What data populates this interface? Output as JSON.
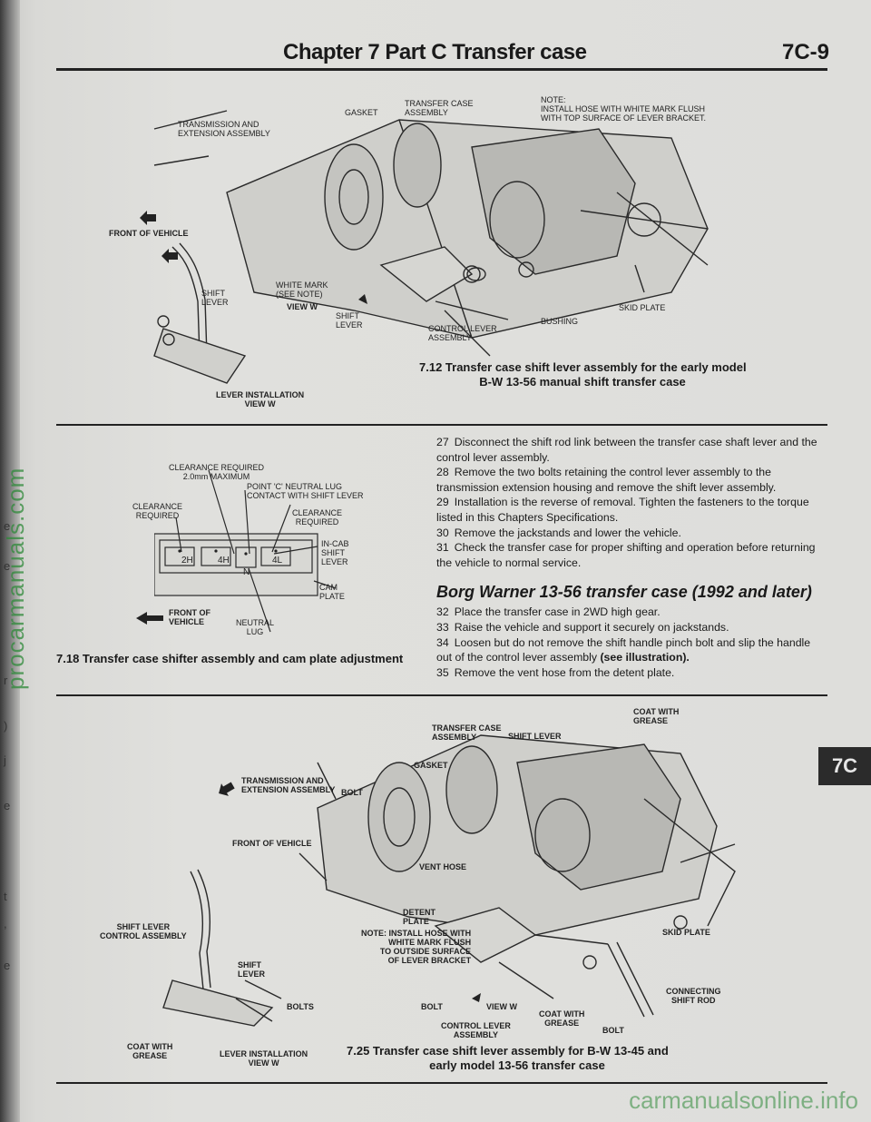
{
  "header": {
    "chapter_title": "Chapter 7 Part C Transfer case",
    "page_number": "7C-9"
  },
  "watermarks": {
    "left": "procarmanuals.com",
    "bottom": "carmanualsonline.info"
  },
  "side_tab": "7C",
  "side_marks": [
    "e",
    "e",
    "r",
    ")",
    "j",
    "e",
    "t",
    ",",
    "e"
  ],
  "figure_712": {
    "caption_line1": "7.12 Transfer case shift lever assembly for the early model",
    "caption_line2": "B-W 13-56 manual shift transfer case",
    "labels": {
      "transmission": "TRANSMISSION AND\nEXTENSION ASSEMBLY",
      "gasket": "GASKET",
      "transfer_case": "TRANSFER CASE\nASSEMBLY",
      "note": "NOTE:\nINSTALL HOSE WITH WHITE MARK FLUSH\nWITH TOP SURFACE OF LEVER BRACKET.",
      "front": "FRONT OF VEHICLE",
      "shift_lever_left": "SHIFT\nLEVER",
      "white_mark": "WHITE MARK\n(SEE NOTE)",
      "view_w": "VIEW W",
      "shift_lever_center": "SHIFT\nLEVER",
      "control_lever": "CONTROL LEVER\nASSEMBLY",
      "bushing": "BUSHING",
      "skid_plate": "SKID PLATE",
      "lever_install": "LEVER INSTALLATION\nVIEW W"
    }
  },
  "figure_718": {
    "caption": "7.18 Transfer case shifter assembly and cam plate adjustment",
    "labels": {
      "clearance_req_top": "CLEARANCE REQUIRED\n2.0mm MAXIMUM",
      "point_c": "POINT 'C' NEUTRAL LUG\nCONTACT WITH SHIFT LEVER",
      "clearance_left": "CLEARANCE\nREQUIRED",
      "clearance_right": "CLEARANCE\nREQUIRED",
      "in_cab": "IN-CAB\nSHIFT\nLEVER",
      "cam_plate": "CAM\nPLATE",
      "front": "FRONT OF\nVEHICLE",
      "neutral_lug": "NEUTRAL\nLUG",
      "gate_2h": "2H",
      "gate_4h": "4H",
      "gate_n": "N",
      "gate_4l": "4L"
    }
  },
  "steps_a": [
    {
      "num": "27",
      "text": "Disconnect the shift rod link between the transfer case shaft lever and the control lever assembly."
    },
    {
      "num": "28",
      "text": "Remove the two bolts retaining the control lever assembly to the transmission extension housing and remove the shift lever assembly."
    },
    {
      "num": "29",
      "text": "Installation is the reverse of removal. Tighten the fasteners to the torque listed in this Chapters Specifications."
    },
    {
      "num": "30",
      "text": "Remove the jackstands and lower the vehicle."
    },
    {
      "num": "31",
      "text": "Check the transfer case for proper shifting and operation before returning the vehicle to normal service."
    }
  ],
  "section_heading": "Borg Warner 13-56 transfer case (1992 and later)",
  "steps_b": [
    {
      "num": "32",
      "text": "Place the transfer case in 2WD high gear."
    },
    {
      "num": "33",
      "text": "Raise the vehicle and support it securely on jackstands."
    },
    {
      "num": "34",
      "text": "Loosen but do not remove the shift handle pinch bolt and slip the handle out of the control lever assembly",
      "bold_suffix": "(see illustration).",
      "tail": ""
    },
    {
      "num": "35",
      "text": "Remove the vent hose from the detent plate."
    }
  ],
  "figure_725": {
    "caption_line1": "7.25 Transfer case shift lever assembly for B-W 13-45 and",
    "caption_line2": "early model 13-56 transfer case",
    "labels": {
      "coat_grease_top": "COAT WITH\nGREASE",
      "transfer_case": "TRANSFER CASE\nASSEMBLY",
      "shift_lever_top": "SHIFT LEVER",
      "gasket": "GASKET",
      "transmission": "TRANSMISSION AND\nEXTENSION ASSEMBLY",
      "bolt_top": "BOLT",
      "front": "FRONT OF VEHICLE",
      "vent_hose": "VENT HOSE",
      "detent_plate": "DETENT\nPLATE",
      "note": "NOTE: INSTALL HOSE WITH\nWHITE MARK FLUSH\nTO OUTSIDE SURFACE\nOF LEVER BRACKET",
      "shift_lever_ctrl": "SHIFT LEVER\nCONTROL ASSEMBLY",
      "shift_lever_left": "SHIFT\nLEVER",
      "skid_plate": "SKID PLATE",
      "bolt_mid": "BOLT",
      "view_w": "VIEW W",
      "control_lever": "CONTROL LEVER\nASSEMBLY",
      "coat_grease_mid": "COAT WITH\nGREASE",
      "bolt_right": "BOLT",
      "connecting_rod": "CONNECTING\nSHIFT ROD",
      "bolts": "BOLTS",
      "coat_grease_bottom": "COAT WITH\nGREASE",
      "lever_install": "LEVER INSTALLATION\nVIEW W"
    }
  }
}
